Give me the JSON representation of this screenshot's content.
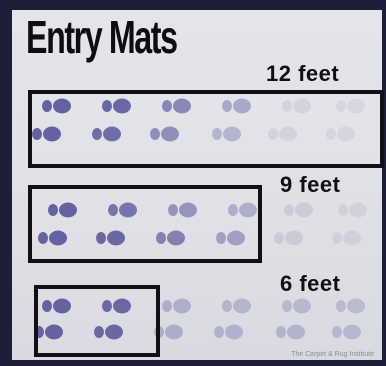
{
  "title": "Entry Mats",
  "mats": [
    {
      "label": "12 feet"
    },
    {
      "label": "9 feet"
    },
    {
      "label": "6 feet"
    }
  ],
  "credit": "The Carpet & Rug Institute",
  "colors": {
    "frame": "#1c1f35",
    "slide": "#e2e3e9",
    "print_dark": "#5c5a9c",
    "border": "#111115"
  },
  "icons": [
    "footprint-icon"
  ]
}
